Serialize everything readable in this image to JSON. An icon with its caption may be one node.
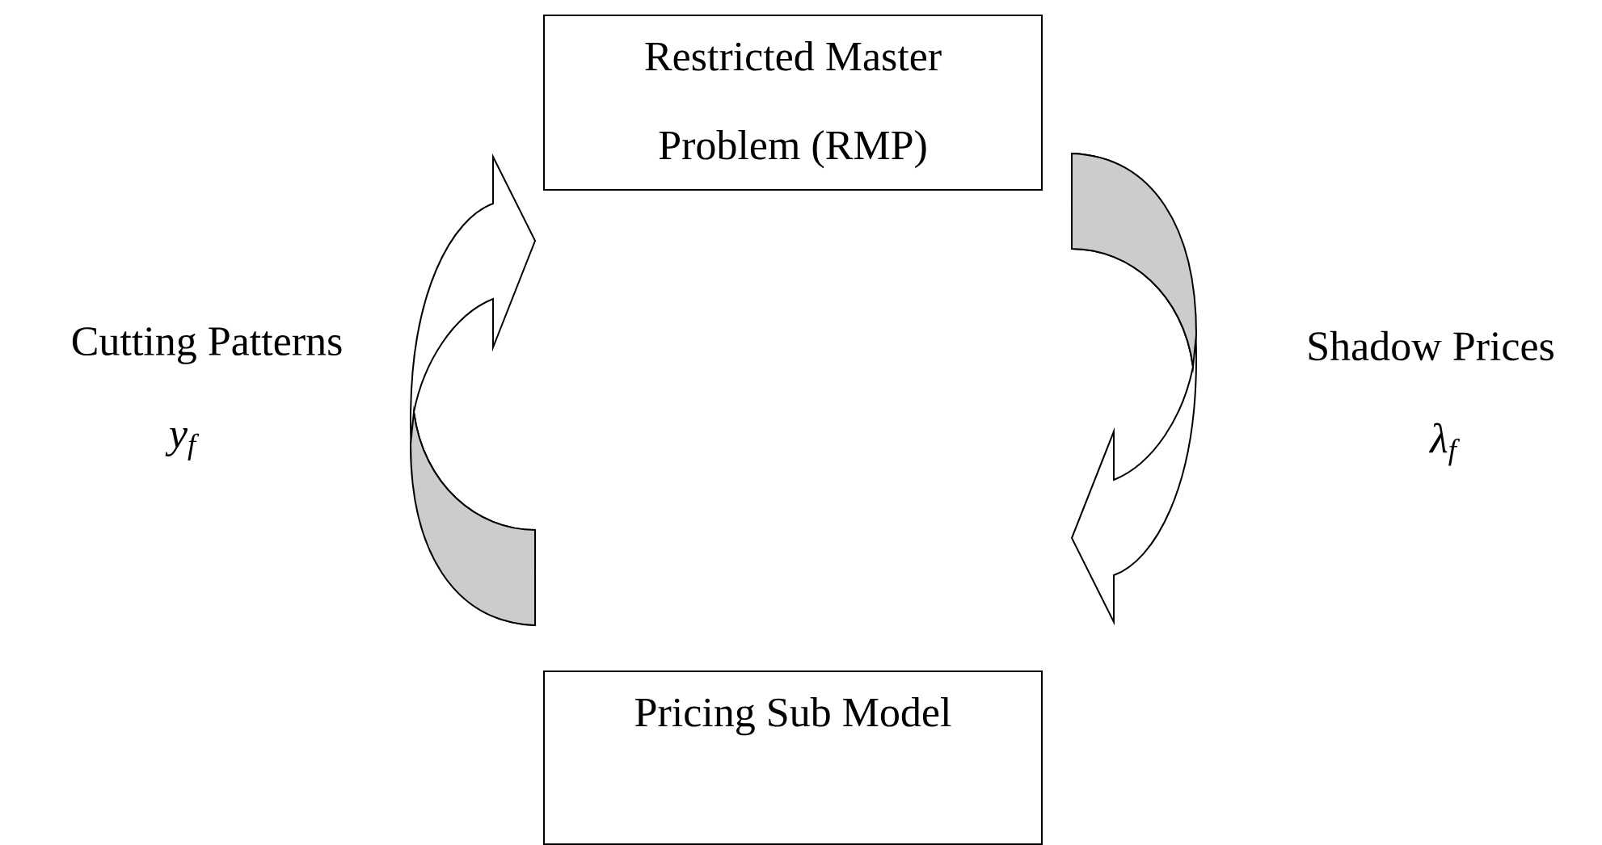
{
  "diagram": {
    "nodes": [
      {
        "text": [
          "Restricted Master Problem (RMP)"
        ]
      },
      {
        "text": [
          "Pricing Sub Model"
        ]
      }
    ],
    "edges": [
      {
        "from": 1,
        "to": 0,
        "arrow": "to",
        "label": "Cutting Patterns"
      },
      {
        "from": 0,
        "to": 1,
        "arrow": "to",
        "label": "Shadow Prices"
      }
    ],
    "labels": [
      "y$_{f}$",
      "λ$_{f}$"
    ]
  }
}
